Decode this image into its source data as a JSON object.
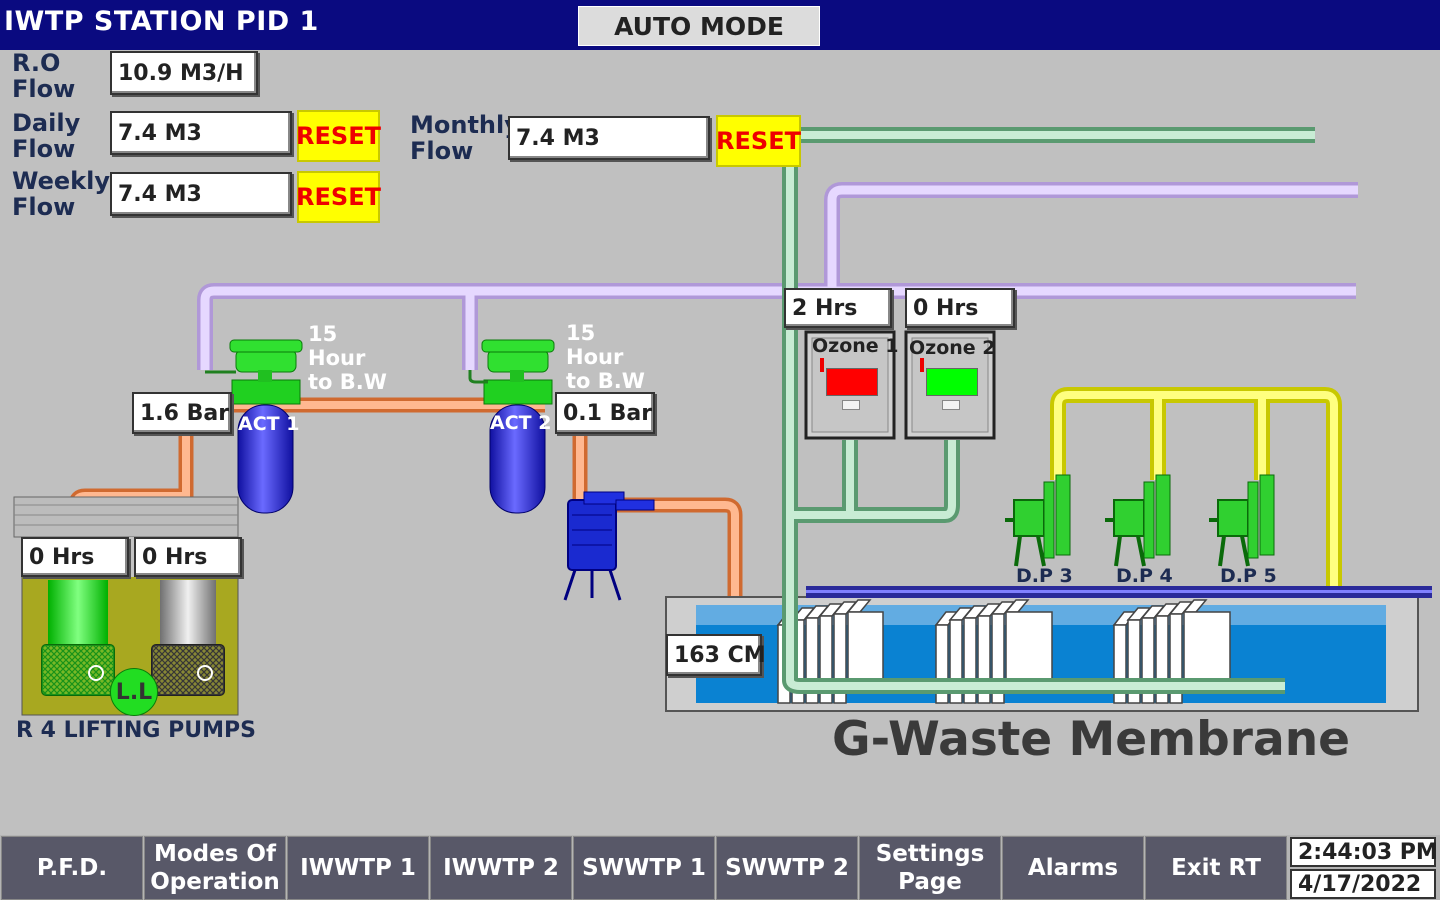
{
  "header": {
    "title": "IWTP STATION PID 1",
    "mode": "AUTO MODE"
  },
  "flows": {
    "ro": {
      "label": "R.O\nFlow",
      "value": "10.9  M3/H"
    },
    "daily": {
      "label": "Daily\nFlow",
      "value": "7.4  M3",
      "reset": "RESET"
    },
    "weekly": {
      "label": "Weekly\nFlow",
      "value": "7.4  M3",
      "reset": "RESET"
    },
    "monthly": {
      "label": "Monthly\nFlow",
      "value": "7.4  M3",
      "reset": "RESET"
    }
  },
  "actuators": {
    "act1": {
      "label": "ACT 1",
      "timer": "15\nHour\nto B.W",
      "pressure": "1.6 Bar"
    },
    "act2": {
      "label": "ACT 2",
      "timer": "15\nHour\nto B.W",
      "pressure": "0.1 Bar"
    }
  },
  "ozone": [
    {
      "name": "Ozone 1",
      "hours": "2 Hrs",
      "status_color": "#ff0000"
    },
    {
      "name": "Ozone 2",
      "hours": "0 Hrs",
      "status_color": "#00ff00"
    }
  ],
  "lifting": {
    "pump1_hours": "0 Hrs",
    "pump2_hours": "0 Hrs",
    "level": "L.L",
    "label": "R 4 LIFTING PUMPS"
  },
  "membrane": {
    "level": "163 CM",
    "title": "G-Waste Membrane"
  },
  "dosing_pumps": [
    "D.P 3",
    "D.P 4",
    "D.P 5"
  ],
  "nav": [
    "P.F.D.",
    "Modes Of\nOperation",
    "IWWTP 1",
    "IWWTP 2",
    "SWWTP 1",
    "SWWTP 2",
    "Settings\nPage",
    "Alarms",
    "Exit RT"
  ],
  "clock": {
    "time": "2:44:03 PM",
    "date": "4/17/2022"
  },
  "colors": {
    "header": "#0a0a80",
    "reset_bg": "#ffff00",
    "reset_text": "#ee0000",
    "pipe_orange": "#f0905a",
    "pipe_green": "#8cc8a0",
    "pipe_lilac": "#dcc0ff",
    "pipe_yellow": "#ffff40",
    "water": "#0a82d2"
  }
}
